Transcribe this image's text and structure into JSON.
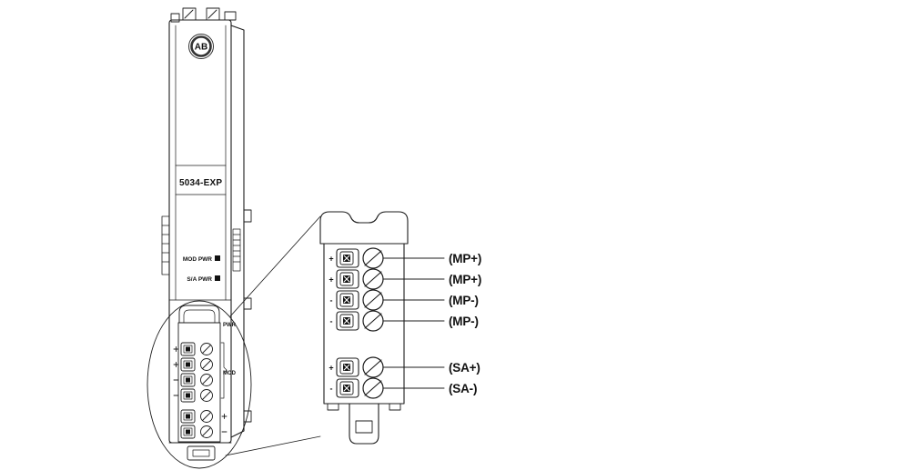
{
  "diagram": {
    "module": {
      "logo": "AB",
      "model": "5034-EXP",
      "indicators": [
        {
          "label": "MOD PWR"
        },
        {
          "label": "S/A PWR"
        }
      ],
      "pwr_label": "PWR",
      "mod_label": "MOD"
    },
    "detail": {
      "terminals": [
        {
          "polarity": "+",
          "label": "(MP+)"
        },
        {
          "polarity": "+",
          "label": "(MP+)"
        },
        {
          "polarity": "-",
          "label": "(MP-)"
        },
        {
          "polarity": "-",
          "label": "(MP-)"
        },
        {
          "polarity": "+",
          "label": "(SA+)"
        },
        {
          "polarity": "-",
          "label": "(SA-)"
        }
      ]
    }
  }
}
